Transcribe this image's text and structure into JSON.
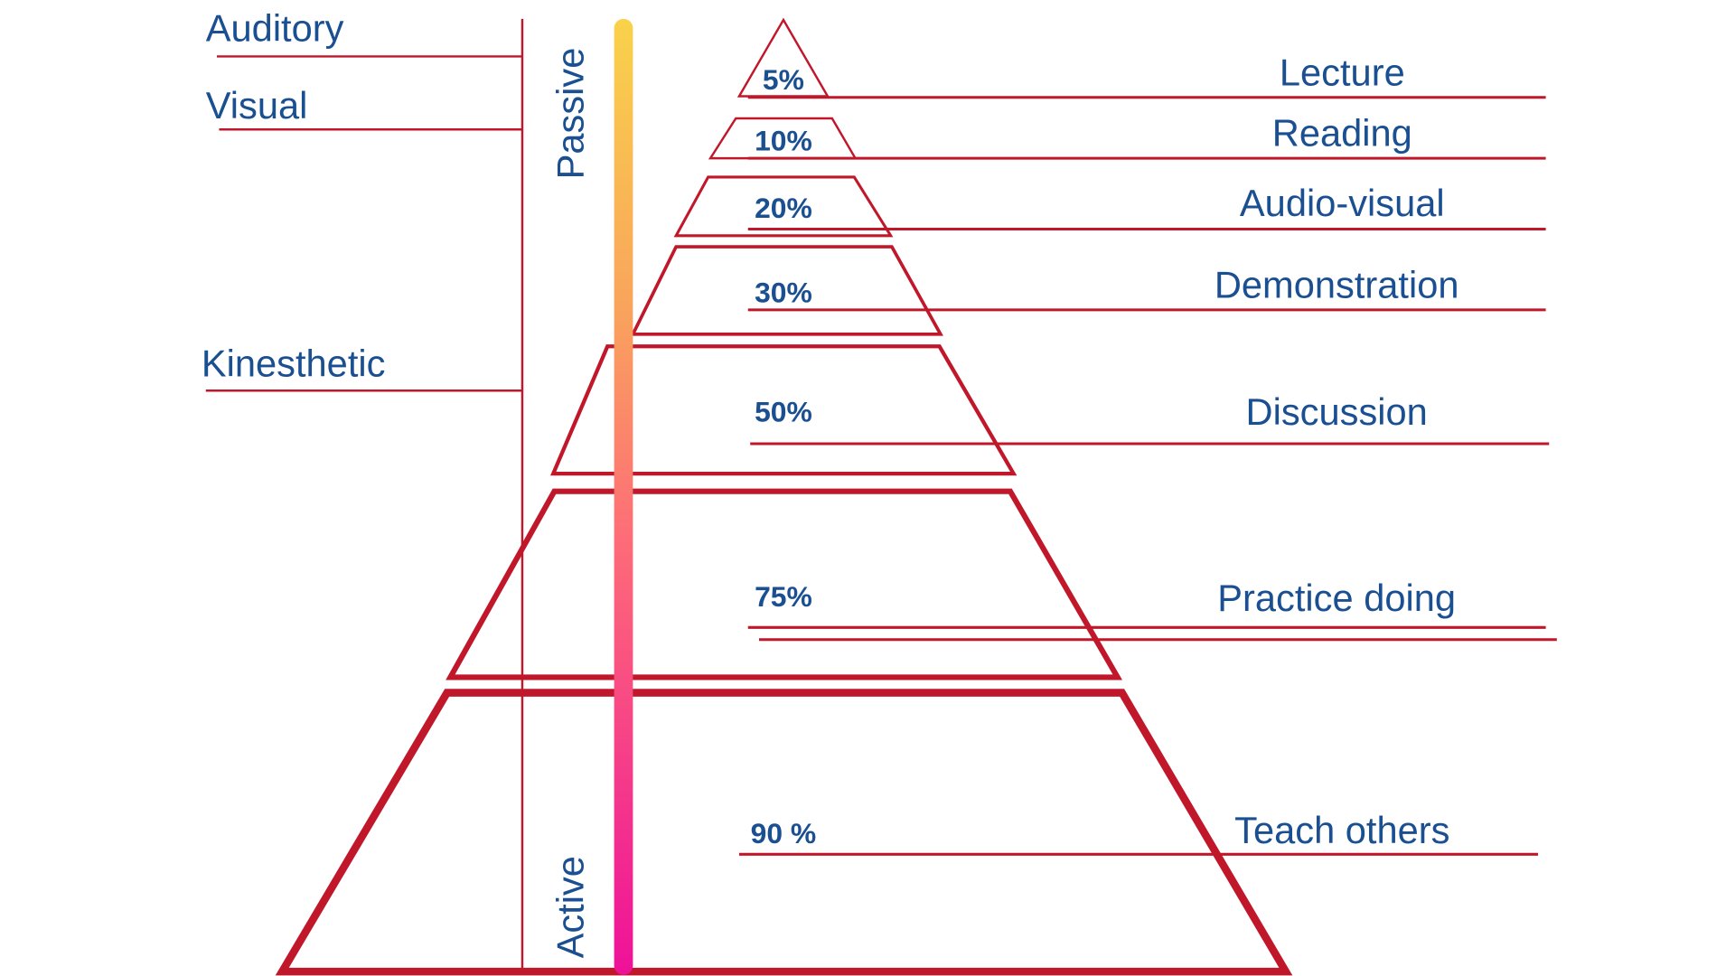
{
  "colors": {
    "line": "#c0182a",
    "text": "#1a4f91",
    "gradient_top": "#f9d24a",
    "gradient_mid": "#fd7a6f",
    "gradient_bottom": "#ee1199"
  },
  "styles": [
    "Auditory",
    "Visual",
    "Kinesthetic"
  ],
  "axis": {
    "passive": "Passive",
    "active": "Active"
  },
  "levels": [
    {
      "method": "Lecture",
      "retention": "5%"
    },
    {
      "method": "Reading",
      "retention": "10%"
    },
    {
      "method": "Audio-visual",
      "retention": "20%"
    },
    {
      "method": "Demonstration",
      "retention": "30%"
    },
    {
      "method": "Discussion",
      "retention": "50%"
    },
    {
      "method": "Practice doing",
      "retention": "75%"
    },
    {
      "method": "Teach others",
      "retention": "90 %"
    }
  ]
}
